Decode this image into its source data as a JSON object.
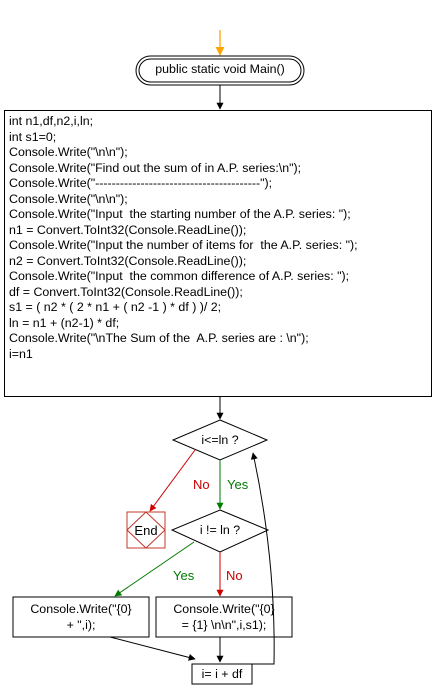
{
  "start": {
    "label": "public static void Main()"
  },
  "main_block": {
    "lines": [
      "int n1,df,n2,i,ln;",
      "int s1=0;",
      "Console.Write(\"\\n\\n\");",
      "Console.Write(\"Find out the sum of in A.P. series:\\n\");",
      "Console.Write(\"----------------------------------------\");",
      "Console.Write(\"\\n\\n\");",
      "Console.Write(\"Input  the starting number of the A.P. series: \");",
      "n1 = Convert.ToInt32(Console.ReadLine());",
      "Console.Write(\"Input the number of items for  the A.P. series: \");",
      "n2 = Convert.ToInt32(Console.ReadLine());",
      "Console.Write(\"Input  the common difference of A.P. series: \");",
      "df = Convert.ToInt32(Console.ReadLine());",
      "s1 = ( n2 * ( 2 * n1 + ( n2 -1 ) * df ) )/ 2;",
      "ln = n1 + (n2-1) * df;",
      "Console.Write(\"\\nThe Sum of the  A.P. series are : \\n\");",
      "i=n1"
    ]
  },
  "decision_loop": {
    "label": "i<=ln ?",
    "no_label": "No",
    "yes_label": "Yes"
  },
  "end": {
    "label": "End"
  },
  "decision_last": {
    "label": "i != ln ?",
    "yes_label": "Yes",
    "no_label": "No"
  },
  "box_yes": {
    "line1": "Console.Write(\"{0}",
    "line2": "+ \",i);"
  },
  "box_no": {
    "line1": "Console.Write(\"{0}",
    "line2": "= {1} \\n\\n\",i,s1);"
  },
  "increment": {
    "label": "i= i + df"
  },
  "colors": {
    "start_arrow": "#ffa500",
    "line": "#000000",
    "yes": "#007a00",
    "no": "#cc0000",
    "end_box": "#c0392b"
  }
}
